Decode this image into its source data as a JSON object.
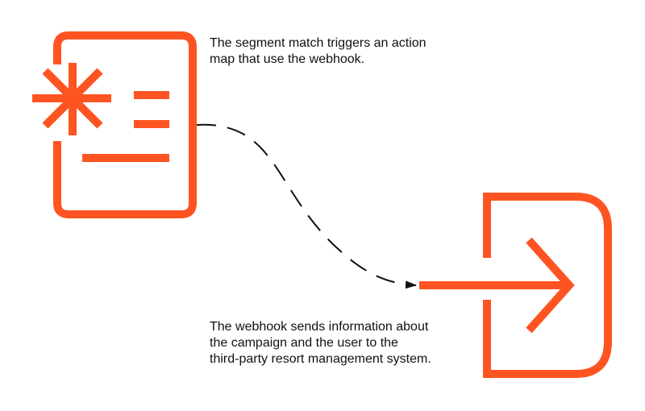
{
  "colors": {
    "accent": "#fe5422",
    "connector": "#111111",
    "text": "#111111",
    "background": "#ffffff"
  },
  "nodes": [
    {
      "id": "segment",
      "icon": "segment-list-icon",
      "caption_lines": [
        "The segment match triggers an action",
        "map that use the webhook."
      ]
    },
    {
      "id": "webhook",
      "icon": "sign-in-arrow-icon",
      "caption_lines": [
        "The webhook sends information about",
        "the campaign and the user to the",
        "third-party resort management system."
      ]
    }
  ],
  "connector": {
    "from": "segment",
    "to": "webhook",
    "style": "dashed",
    "arrowhead": true
  }
}
